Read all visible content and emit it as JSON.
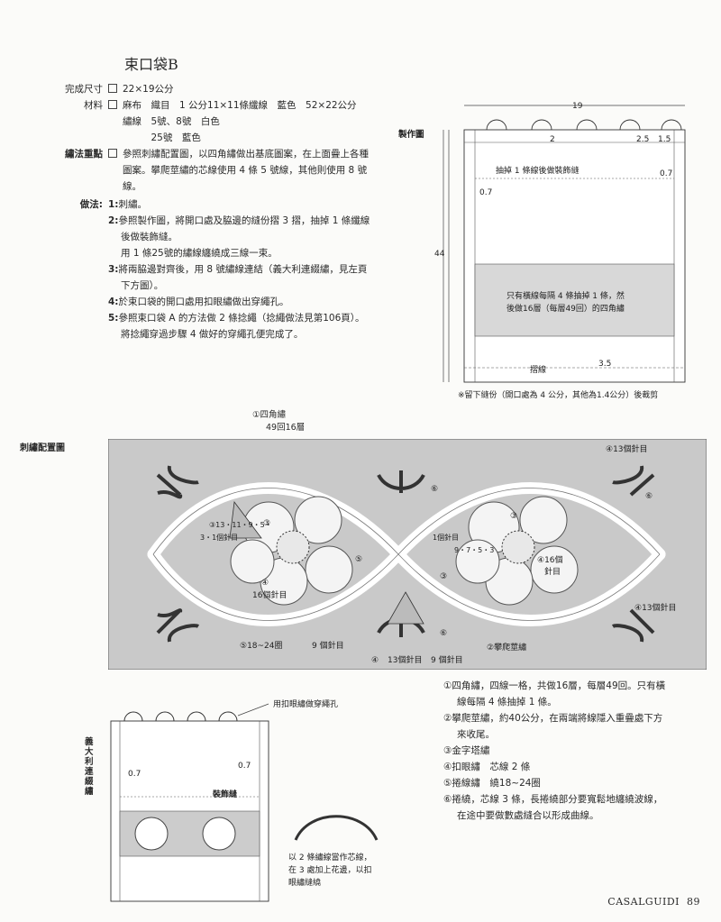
{
  "title": "束口袋B",
  "specs": [
    {
      "label": "完成尺寸",
      "lines": [
        "22×19公分"
      ]
    },
    {
      "label": "材料",
      "lines": [
        "麻布　織目　1 公分11×11條纖線　藍色　52×22公分",
        "繡線　5號、8號　白色",
        "　　　25號　藍色"
      ]
    },
    {
      "label": "繡法重點",
      "lines": [
        "參照刺繡配置圖，以四角繡做出基底圖案，在上面疊上各種",
        "圖案。攀爬莖繡的芯線使用 4 條 5 號線，其他則使用 8 號",
        "線。"
      ]
    }
  ],
  "method": {
    "label": "做法",
    "steps": [
      {
        "num": "1:",
        "lines": [
          "刺繡。"
        ]
      },
      {
        "num": "2:",
        "lines": [
          "參照製作圖，將開口處及脇邊的縫份摺 3 摺，抽掉 1 條纖線",
          "後做裝飾縫。",
          "用 1 條25號的繡線纏繞成三線一束。"
        ]
      },
      {
        "num": "3:",
        "lines": [
          "將兩脇邊對齊後，用 8 號繡線連結（義大利連綴繡，見左頁",
          "下方圖）。"
        ]
      },
      {
        "num": "4:",
        "lines": [
          "於束口袋的開口處用扣眼繡做出穿繩孔。"
        ]
      },
      {
        "num": "5:",
        "lines": [
          "參照束口袋 A 的方法做 2 條捻繩（捻繩做法見第106頁）。",
          "將捻繩穿過步驟 4 做好的穿繩孔便完成了。"
        ]
      }
    ]
  },
  "construction": {
    "title": "製作圖",
    "width": "19",
    "height": "44",
    "top_gap": "2",
    "loop_a": "2.5",
    "loop_b": "1.5",
    "side_a": "0.7",
    "side_b": "0.7",
    "pull_note": "抽掉 1 條線後做裝飾縫",
    "band_note_1": "只有橫線每隔 4 條抽掉 1 條，然",
    "band_note_2": "後做16層（每層49回）的四角繡",
    "fold": "摺線",
    "bottom_gap": "3.5",
    "footnote": "※留下縫份（開口處為 4 公分，其他為1.4公分）後裁剪"
  },
  "layout": {
    "title": "刺繡配置圖",
    "top_label_1": "①四角繡",
    "top_label_2": "49回16層",
    "labels": {
      "c13_top": "④13個針目",
      "c16_right": "④16個",
      "c16_right2": "針目",
      "c16_left": "④",
      "c16_left2": "16個針目",
      "c13_right": "④13個針目",
      "c18": "⑤18~24圈",
      "c9a": "9 個針目",
      "c13b": "13個針目",
      "c9b": "9 個針目",
      "c4": "④",
      "c2": "②攀爬莖繡",
      "c5": "⑤",
      "c3a": "③",
      "c3b": "③",
      "c3c": "③",
      "c6a": "⑥",
      "c6b": "⑥",
      "c6c": "⑥",
      "v1": "③13・11・9・5・",
      "v2": "3・1個針目",
      "v3": "1個針目",
      "v4": "9・7・5・3"
    }
  },
  "bag": {
    "hole_note": "用扣眼繡做穿繩孔",
    "side_stitch": "義大利連綴繡",
    "side_a": "0.7",
    "side_b": "0.7",
    "deco": "裝飾縫",
    "cord_note_1": "以 2 條繡線當作芯線，",
    "cord_note_2": "在 3 處加上花邊，以扣",
    "cord_note_3": "眼繡縫繞"
  },
  "legend": [
    {
      "text": "①四角繡，四線一格，共做16層，每層49回。只有橫",
      "cont": "線每隔 4 條抽掉 1 條。"
    },
    {
      "text": "②攀爬莖繡，約40公分，在兩端將線隱入重疊處下方",
      "cont": "來收尾。"
    },
    {
      "text": "③金字塔繡",
      "cont": ""
    },
    {
      "text": "④扣眼繡　芯線 2 條",
      "cont": ""
    },
    {
      "text": "⑤捲線繡　繞18~24圈",
      "cont": ""
    },
    {
      "text": "⑥捲繞，芯線 3 條，長捲繞部分要寬鬆地纏繞波線，",
      "cont": "在途中要做數處縫合以形成曲線。"
    }
  ],
  "footer": {
    "brand": "CASALGUIDI",
    "page": "89"
  }
}
